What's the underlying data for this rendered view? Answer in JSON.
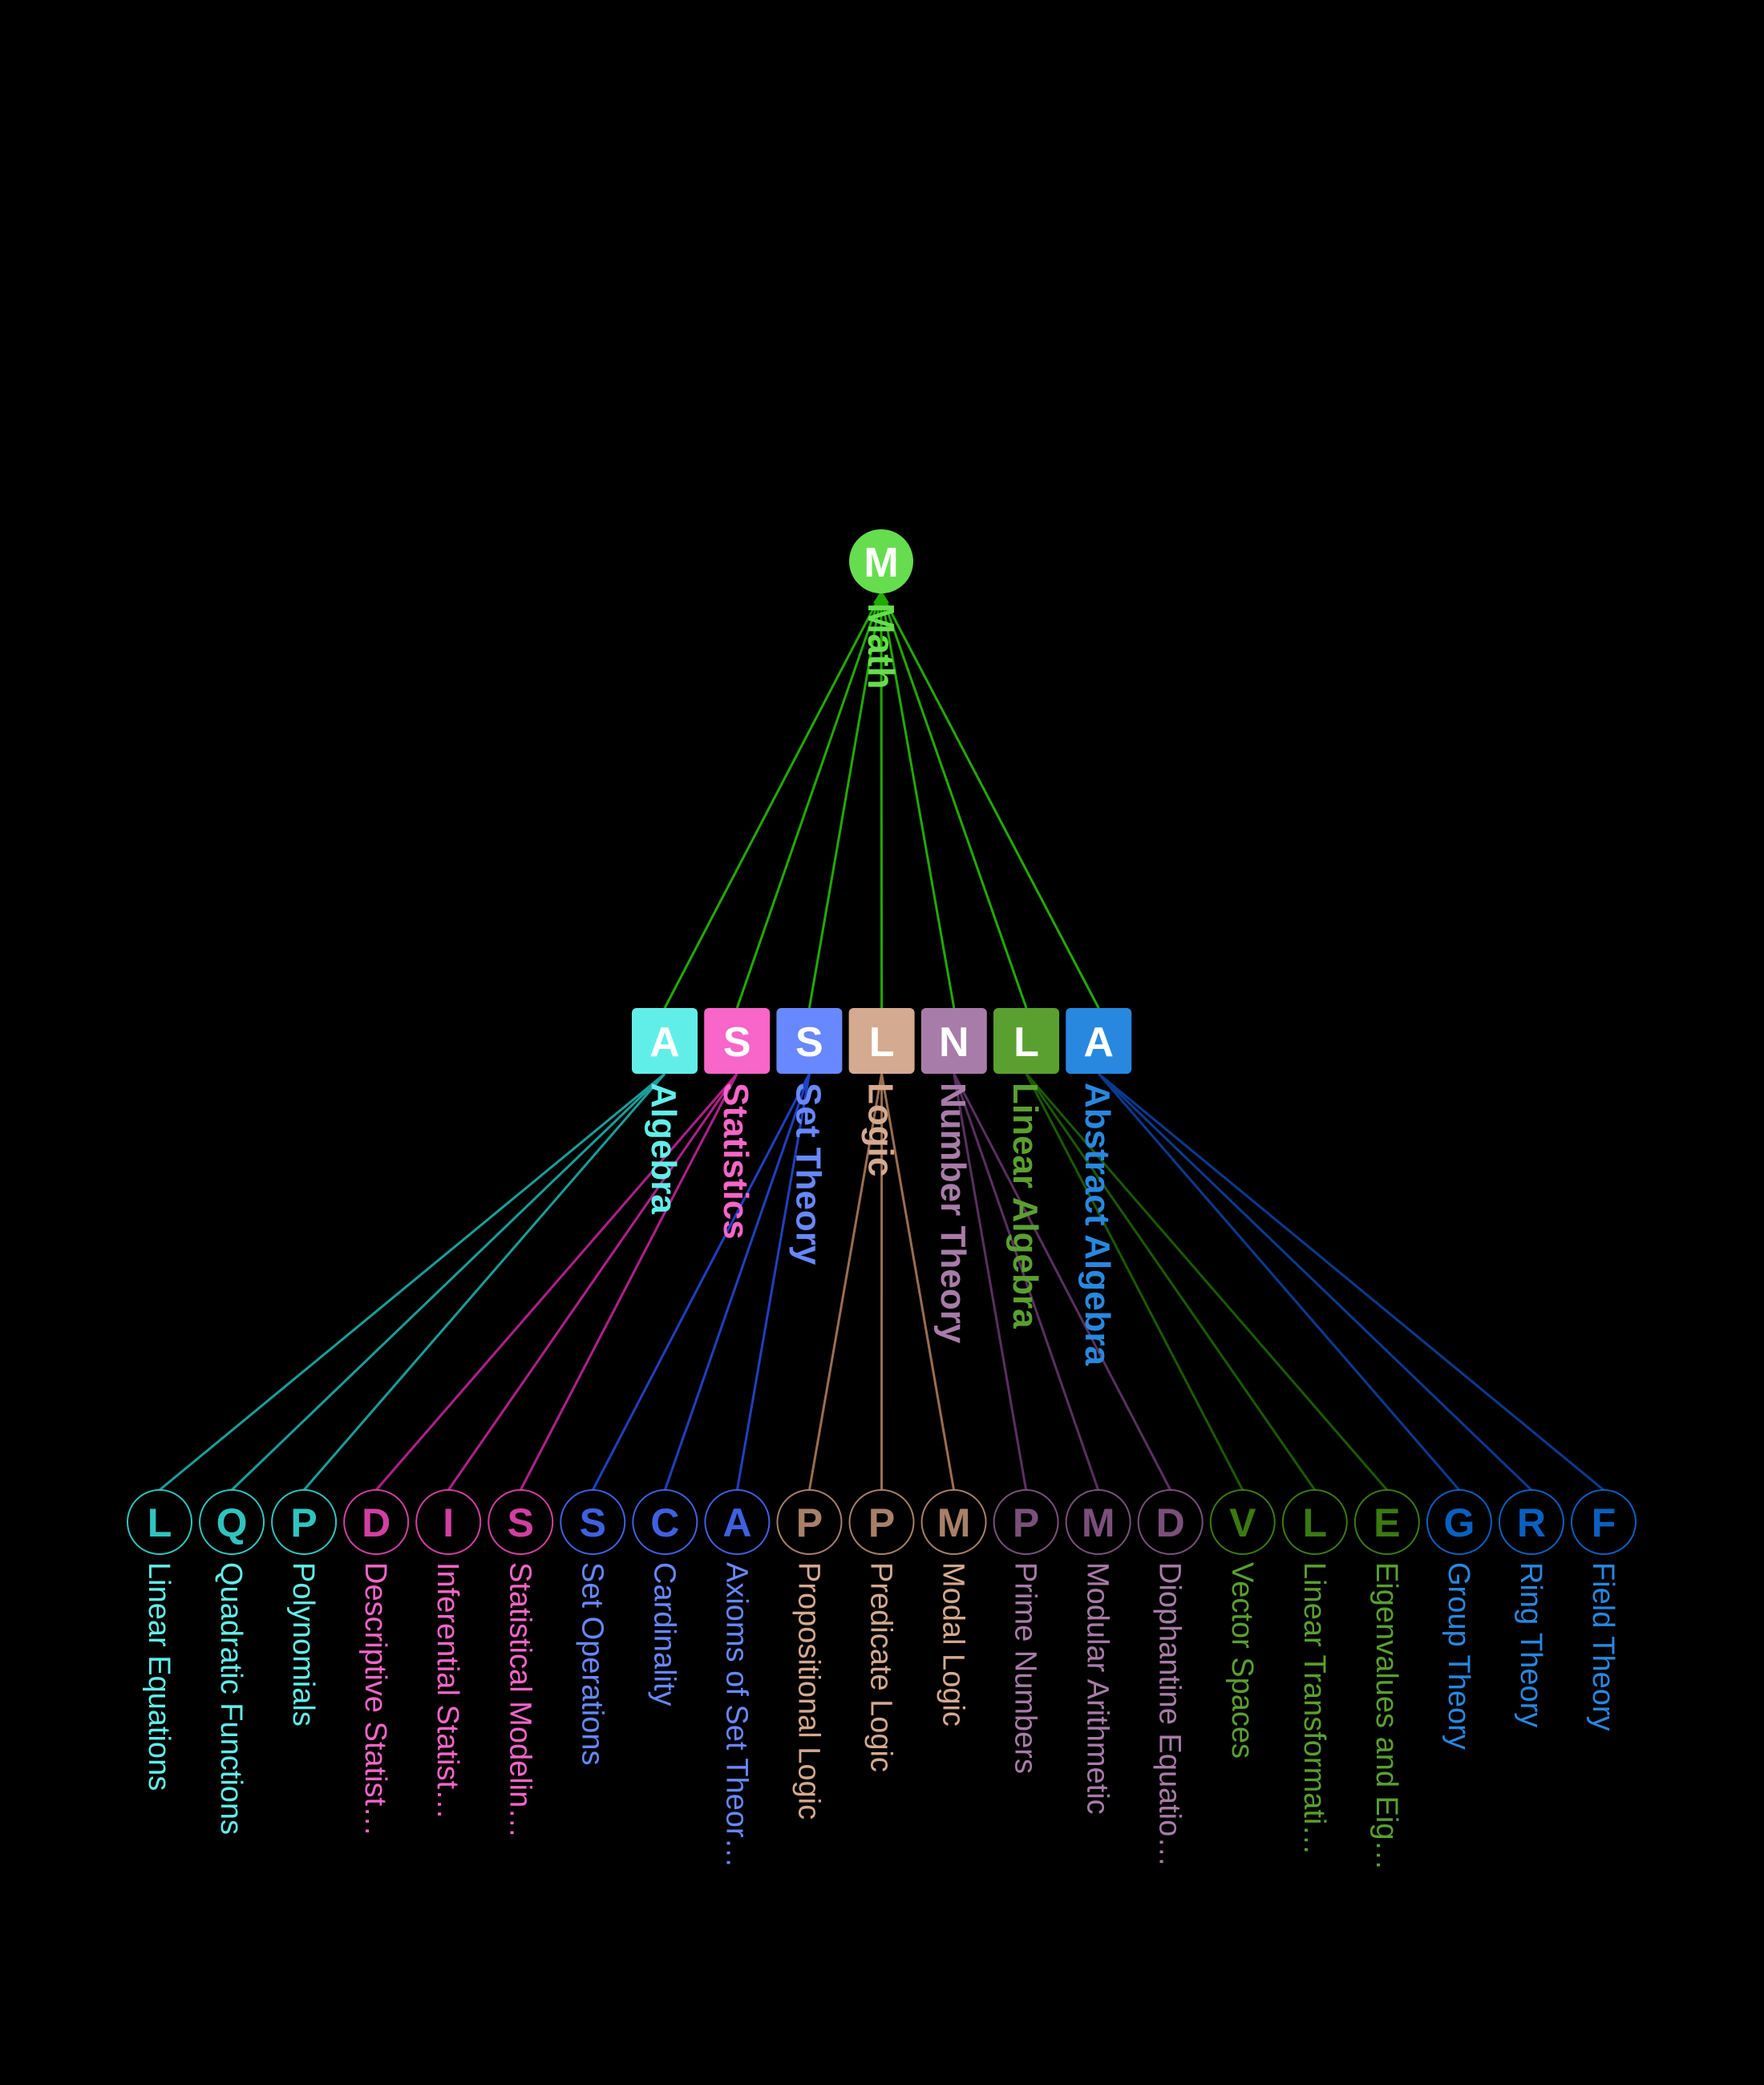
{
  "root": {
    "label": "Math",
    "initial": "M",
    "color": "#66DD4E",
    "edge_color": "#22AA00"
  },
  "categories": [
    {
      "label": "Algebra",
      "initial": "A",
      "color": "#62EEE8",
      "leaf_color": "#30C4BE",
      "edge_color": "#1A9E9A",
      "children": [
        {
          "label": "Linear Equations",
          "initial": "L"
        },
        {
          "label": "Quadratic Functions",
          "initial": "Q"
        },
        {
          "label": "Polynomials",
          "initial": "P"
        }
      ]
    },
    {
      "label": "Statistics",
      "initial": "S",
      "color": "#F766C8",
      "leaf_color": "#D040A0",
      "edge_color": "#B0208A",
      "children": [
        {
          "label": "Descriptive Statist…",
          "initial": "D"
        },
        {
          "label": "Inferential Statist…",
          "initial": "I"
        },
        {
          "label": "Statistical Modelin…",
          "initial": "S"
        }
      ]
    },
    {
      "label": "Set Theory",
      "initial": "S",
      "color": "#6888FF",
      "leaf_color": "#4060E0",
      "edge_color": "#2040C0",
      "children": [
        {
          "label": "Set Operations",
          "initial": "S"
        },
        {
          "label": "Cardinality",
          "initial": "C"
        },
        {
          "label": "Axioms of Set Theor…",
          "initial": "A"
        }
      ]
    },
    {
      "label": "Logic",
      "initial": "L",
      "color": "#D4AA90",
      "leaf_color": "#A88068",
      "edge_color": "#9A6E50",
      "children": [
        {
          "label": "Propositional Logic",
          "initial": "P"
        },
        {
          "label": "Predicate Logic",
          "initial": "P"
        },
        {
          "label": "Modal Logic",
          "initial": "M"
        }
      ]
    },
    {
      "label": "Number Theory",
      "initial": "N",
      "color": "#A87CA8",
      "leaf_color": "#7A507A",
      "edge_color": "#5A3060",
      "children": [
        {
          "label": "Prime Numbers",
          "initial": "P"
        },
        {
          "label": "Modular Arithmetic",
          "initial": "M"
        },
        {
          "label": "Diophantine Equatio…",
          "initial": "D"
        }
      ]
    },
    {
      "label": "Linear Algebra",
      "initial": "L",
      "color": "#5AA030",
      "leaf_color": "#3A7A10",
      "edge_color": "#1A5A00",
      "children": [
        {
          "label": "Vector Spaces",
          "initial": "V"
        },
        {
          "label": "Linear Transformati…",
          "initial": "L"
        },
        {
          "label": "Eigenvalues and Eig…",
          "initial": "E"
        }
      ]
    },
    {
      "label": "Abstract Algebra",
      "initial": "A",
      "color": "#2888E0",
      "leaf_color": "#0A60C0",
      "edge_color": "#0A3A90",
      "children": [
        {
          "label": "Group Theory",
          "initial": "G"
        },
        {
          "label": "Ring Theory",
          "initial": "R"
        },
        {
          "label": "Field Theory",
          "initial": "F"
        }
      ]
    }
  ]
}
